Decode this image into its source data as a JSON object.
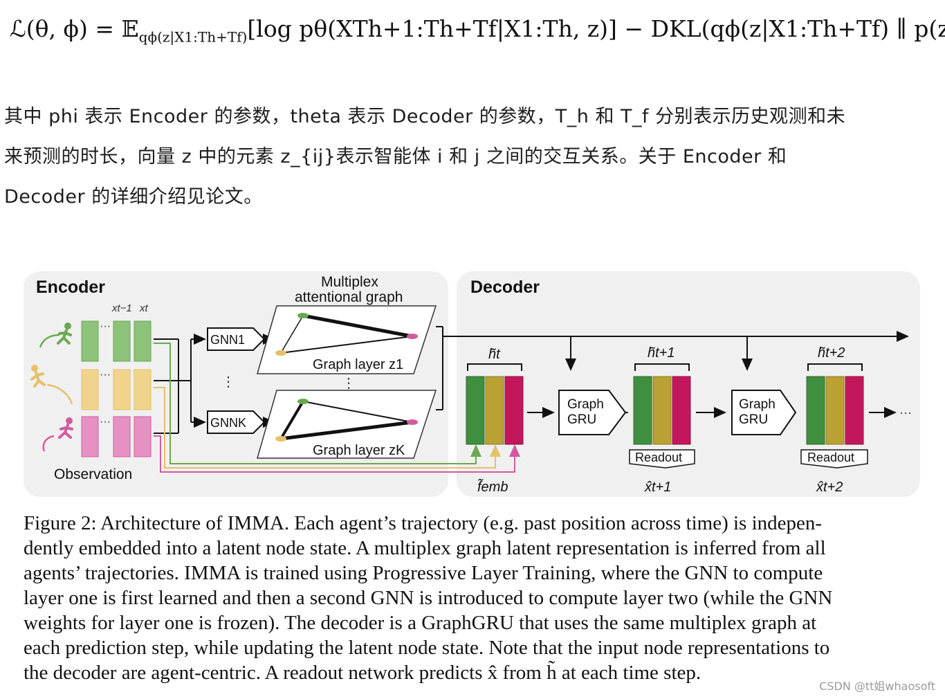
{
  "formula": {
    "lhs": "ℒ(θ, ϕ) = 𝔼",
    "expect_sub": "qϕ(z|X1:Th+Tf)",
    "body": "[log pθ(XTh+1:Th+Tf|X1:Th, z)] − DKL(qϕ(z|X1:Th+Tf) ∥ p(z)),"
  },
  "paragraph": [
    "其中 phi 表示 Encoder 的参数，theta 表示 Decoder 的参数，T_h 和 T_f 分别表示历史观测和未",
    "来预测的时长，向量 z 中的元素 z_{ij}表示智能体 i 和 j 之间的交互关系。关于 Encoder 和",
    "Decoder 的详细介绍见论文。"
  ],
  "figure": {
    "encoder_title": "Encoder",
    "decoder_title": "Decoder",
    "x_prev_label": "xt−1",
    "x_t_label": "xt",
    "observation_label": "Observation",
    "gnn1_label": "GNN1",
    "gnnk_label": "GNNK",
    "multiplex_title_line1": "Multiplex",
    "multiplex_title_line2": "attentional graph",
    "graph_layer_1": "Graph layer z1",
    "graph_layer_k": "Graph layer zK",
    "h_t": "h̃t",
    "h_t1": "h̃t+1",
    "h_t2": "h̃t+2",
    "graph_gru_line1": "Graph",
    "graph_gru_line2": "GRU",
    "readout": "Readout",
    "f_emb": "f̃emb",
    "xhat_t1": "x̂t+1",
    "xhat_t2": "x̂t+2",
    "ellipsis": "···",
    "vdots": "⋮",
    "colors": {
      "green": "#6aa84f",
      "yellow": "#e6c06a",
      "pink": "#d35aa0",
      "dark_green": "#2e7d32",
      "olive": "#b39a2b",
      "magenta": "#c2185b",
      "panel_bg": "#f0f0f0"
    }
  },
  "caption": [
    "Figure 2: Architecture of IMMA. Each agent’s trajectory (e.g. past position across time) is indepen-",
    "dently embedded into a latent node state. A multiplex graph latent representation is inferred from all",
    "agents’ trajectories. IMMA is trained using Progressive Layer Training, where the GNN to compute",
    "layer one is first learned and then a second GNN is introduced to compute layer two (while the GNN",
    "weights for layer one is frozen). The decoder is a GraphGRU that uses the same multiplex graph at",
    "each prediction step, while updating the latent node state. Note that the input node representations to",
    "the decoder are agent-centric. A readout network predicts x̂ from h̃ at each time step."
  ],
  "watermark": "CSDN @tt姐whaosoft"
}
